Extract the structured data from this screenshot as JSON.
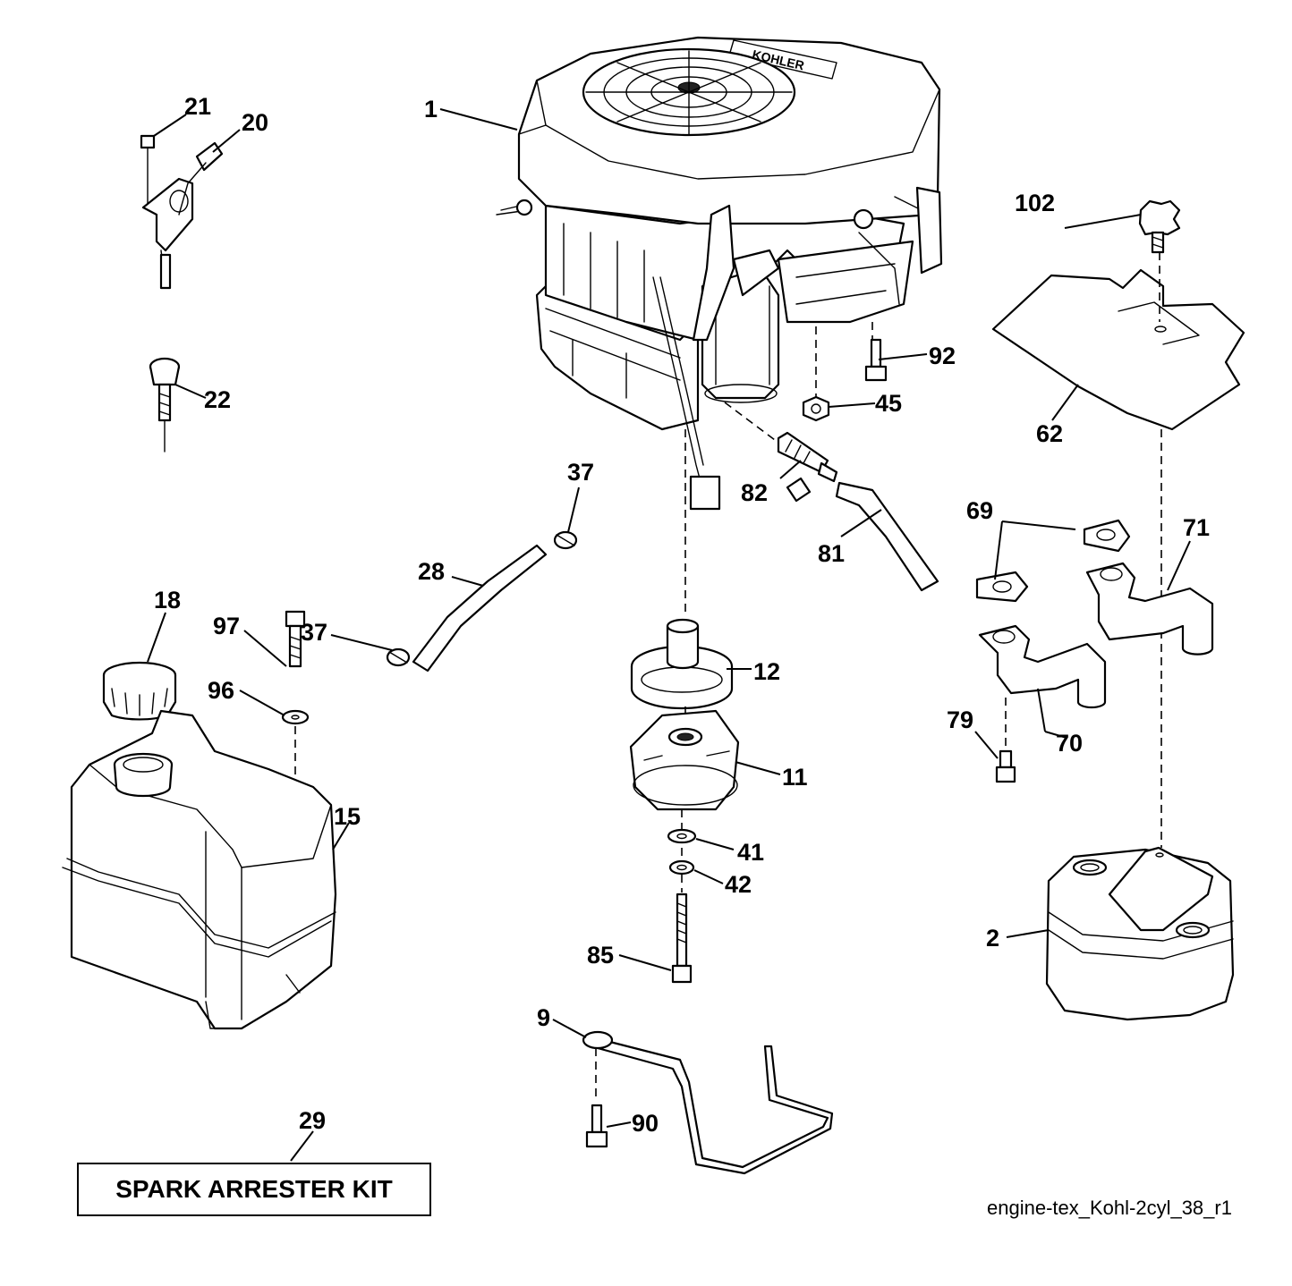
{
  "diagram": {
    "reference_code": "engine-tex_Kohl-2cyl_38_r1",
    "kit_label": "SPARK ARRESTER KIT",
    "callouts": [
      "1",
      "2",
      "9",
      "11",
      "12",
      "15",
      "18",
      "20",
      "21",
      "22",
      "28",
      "29",
      "37",
      "37",
      "41",
      "42",
      "45",
      "62",
      "69",
      "70",
      "71",
      "79",
      "81",
      "82",
      "85",
      "90",
      "92",
      "96",
      "97",
      "102"
    ]
  }
}
